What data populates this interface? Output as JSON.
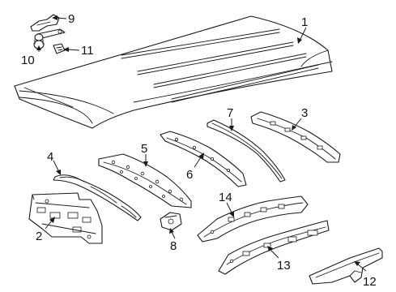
{
  "diagram": {
    "callouts": [
      {
        "id": 1,
        "label": "1",
        "part": "roof-panel"
      },
      {
        "id": 2,
        "label": "2",
        "part": "front-header-reinforcement"
      },
      {
        "id": 3,
        "label": "3",
        "part": "rear-roof-bow-right"
      },
      {
        "id": 4,
        "label": "4",
        "part": "front-roof-bow"
      },
      {
        "id": 5,
        "label": "5",
        "part": "center-roof-bow"
      },
      {
        "id": 6,
        "label": "6",
        "part": "rear-roof-bow"
      },
      {
        "id": 7,
        "label": "7",
        "part": "roof-rail-strip"
      },
      {
        "id": 8,
        "label": "8",
        "part": "bracket"
      },
      {
        "id": 9,
        "label": "9",
        "part": "clip-bracket"
      },
      {
        "id": 10,
        "label": "10",
        "part": "fastener-assembly"
      },
      {
        "id": 11,
        "label": "11",
        "part": "nut-clip"
      },
      {
        "id": 12,
        "label": "12",
        "part": "rear-corner-extension"
      },
      {
        "id": 13,
        "label": "13",
        "part": "side-rail-lower"
      },
      {
        "id": 14,
        "label": "14",
        "part": "side-rail-upper"
      }
    ],
    "colors": {
      "line": "#1a1a1a",
      "background": "#ffffff"
    }
  }
}
